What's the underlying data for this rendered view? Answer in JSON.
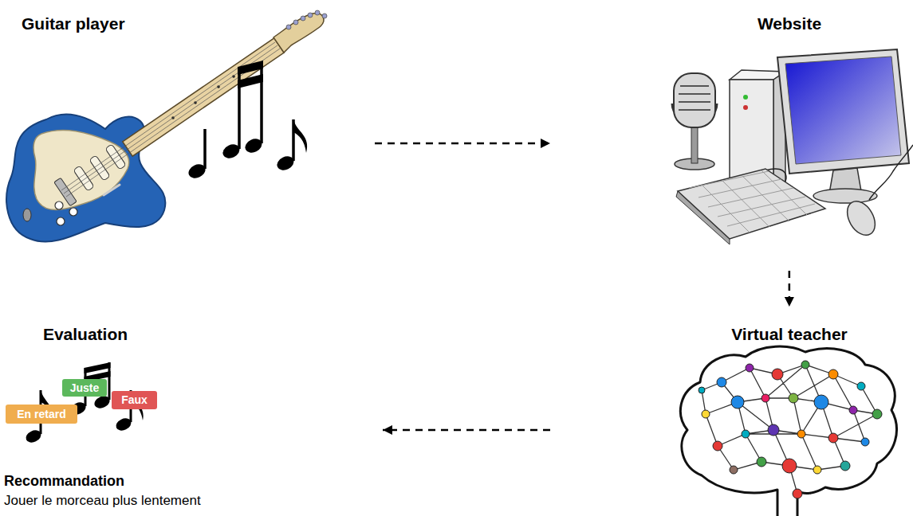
{
  "diagram": {
    "nodes": [
      {
        "text": [
          "Guitar player"
        ]
      },
      {
        "text": [
          "Website"
        ]
      },
      {
        "text": [
          "Evaluation",
          "Recommandation",
          "Jouer le morceau plus lentement"
        ]
      },
      {
        "text": [
          "Juste"
        ],
        "in": 2
      },
      {
        "text": [
          "Faux"
        ],
        "in": 2
      },
      {
        "text": [
          "En retard"
        ],
        "in": 2
      },
      {
        "text": [
          "Virtual teacher"
        ]
      }
    ],
    "edges": [
      {
        "from": 0,
        "to": 1,
        "arrow": "to"
      },
      {
        "from": 1,
        "to": 6,
        "arrow": "to"
      },
      {
        "from": 6,
        "to": 2,
        "arrow": "to"
      }
    ]
  }
}
